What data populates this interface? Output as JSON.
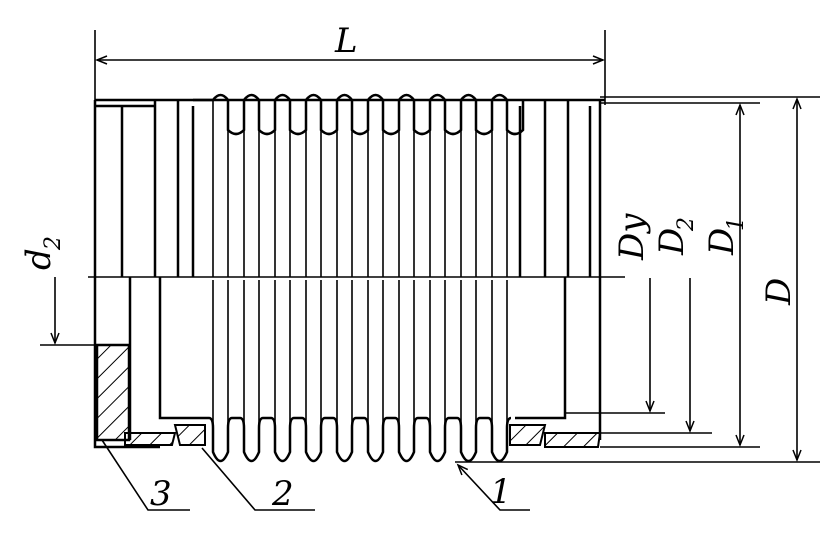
{
  "title": "Bellows assembly drawing",
  "dimensions": {
    "length": "L",
    "d2": "d",
    "d2_sub": "2",
    "dy": "Dy",
    "d2_outer": "D",
    "d2_outer_sub": "2",
    "d1": "D",
    "d1_sub": "1",
    "d": "D"
  },
  "callouts": [
    "1",
    "2",
    "3"
  ],
  "colors": {
    "line": "#000000",
    "background": "#ffffff"
  }
}
